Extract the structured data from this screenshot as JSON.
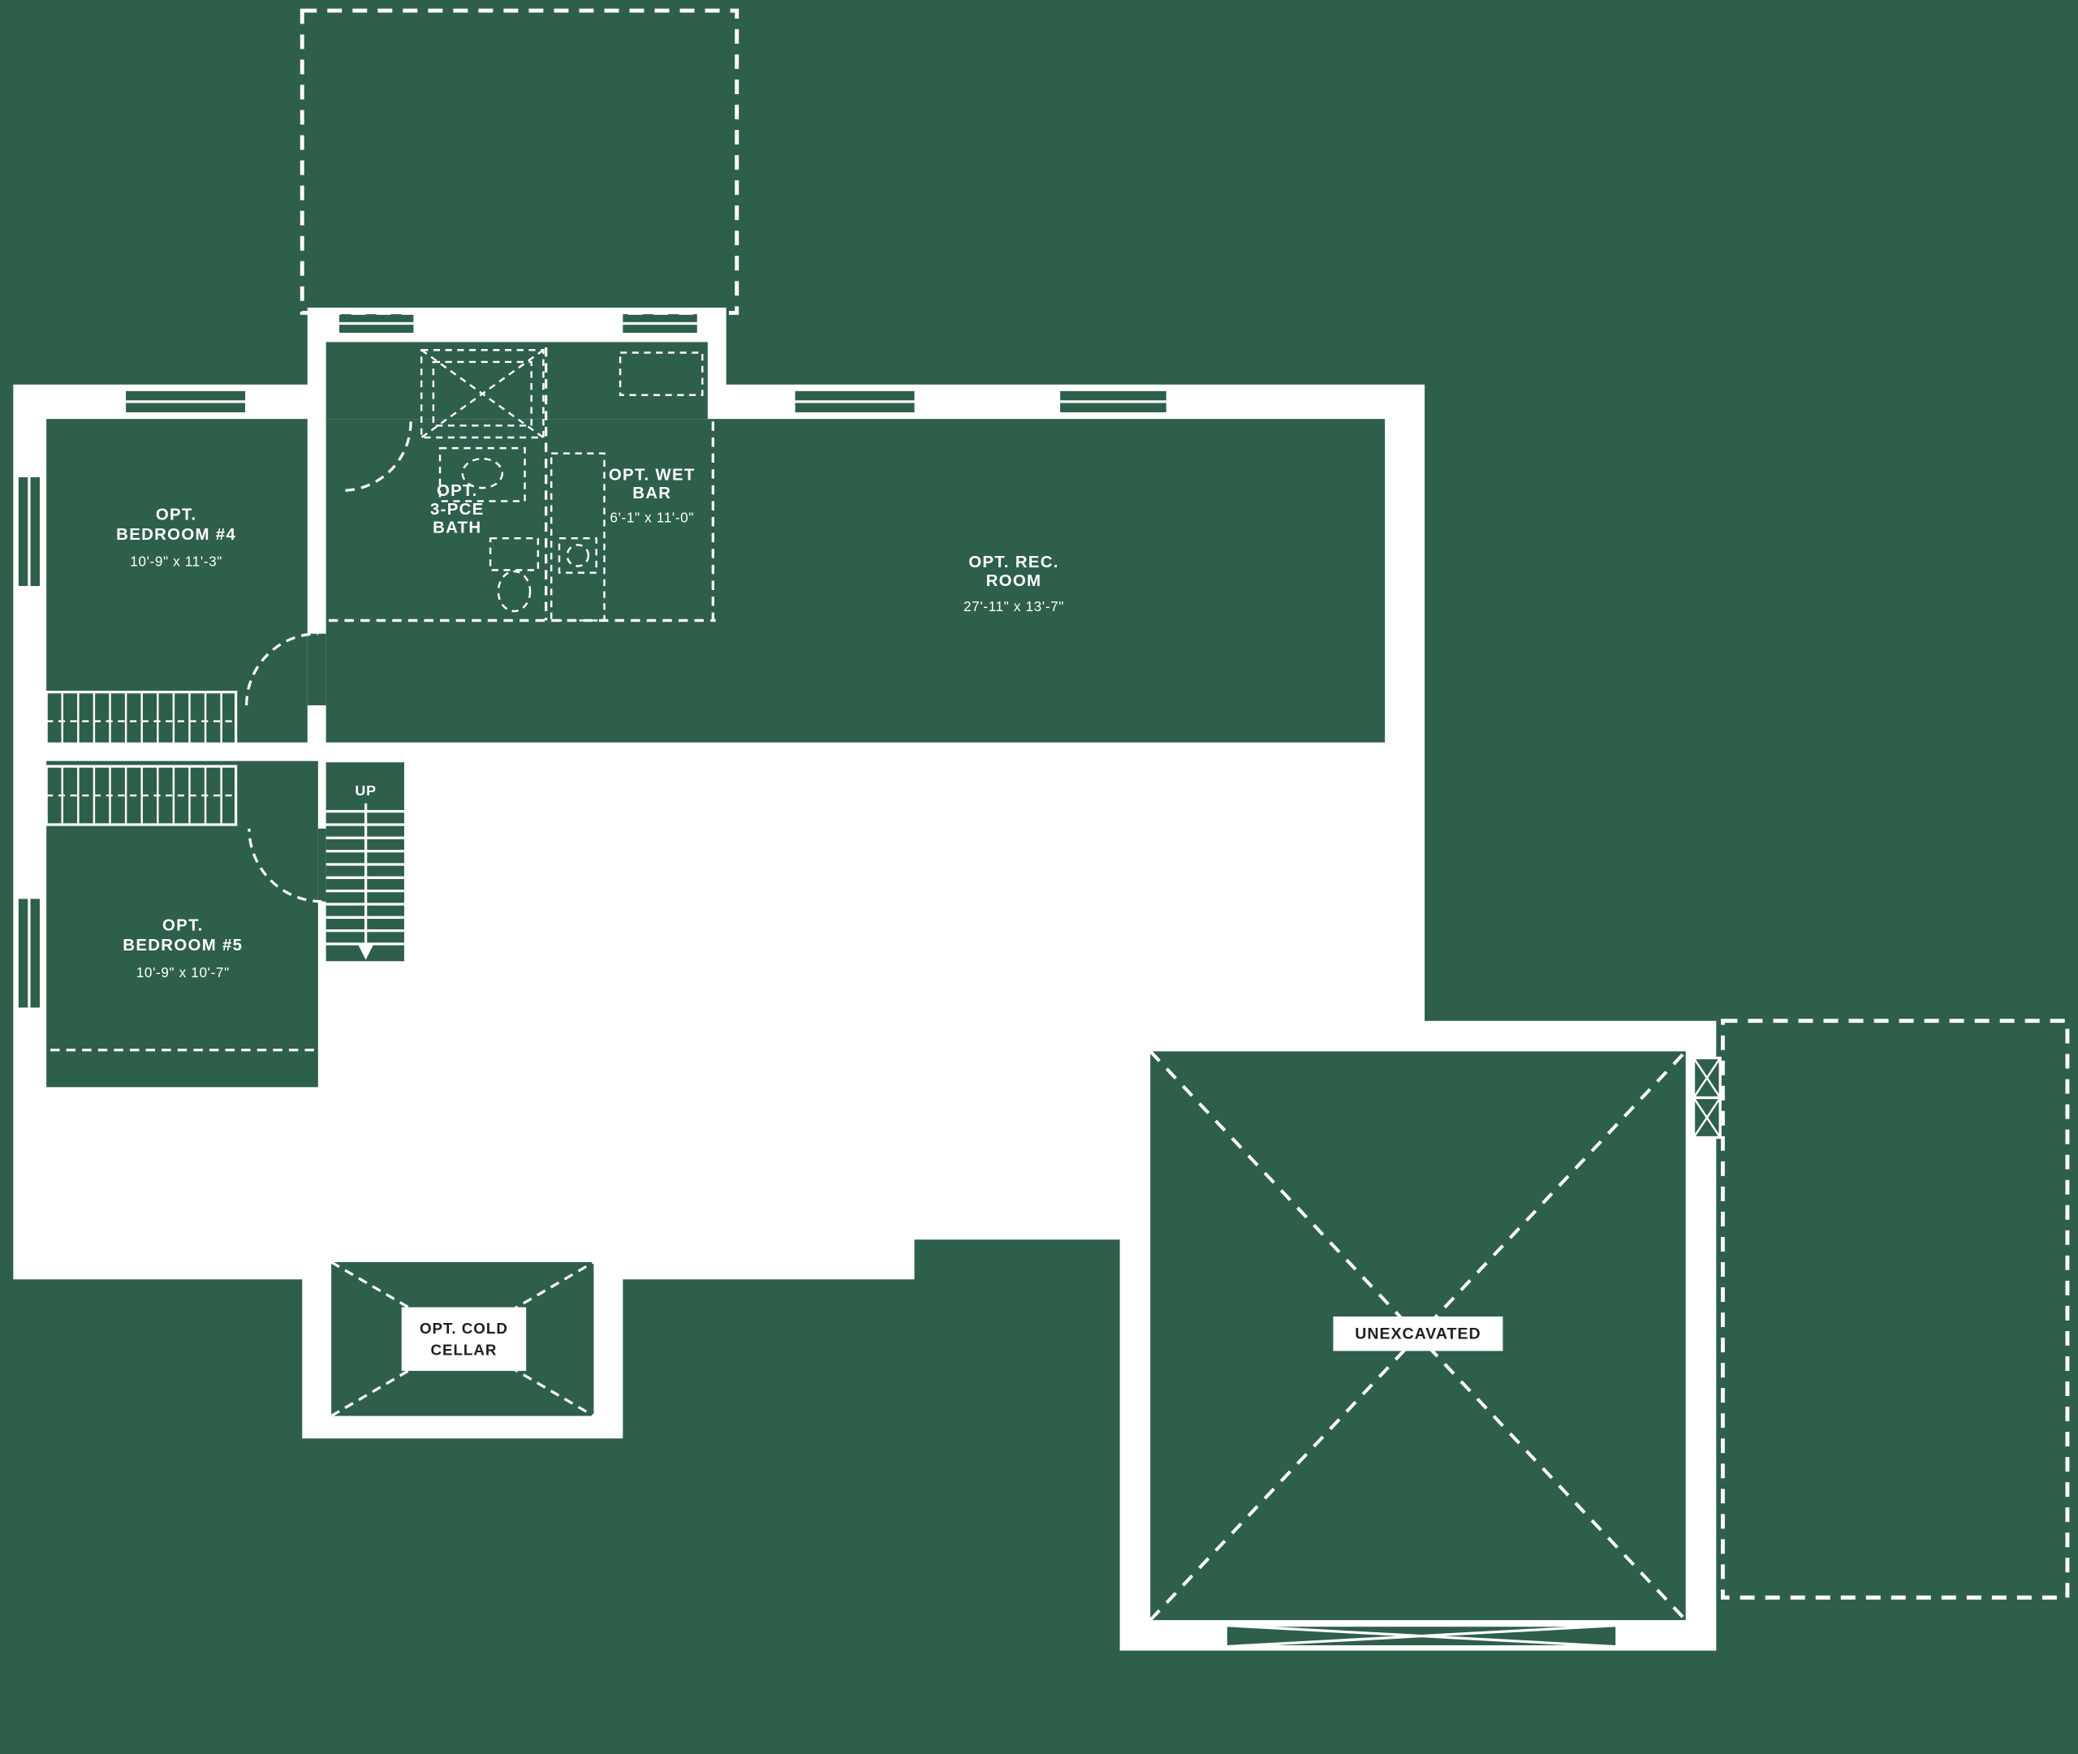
{
  "colors": {
    "background": "#2e5f4b",
    "line": "#ffffff",
    "box_text": "#1f1f1f",
    "box_background": "#ffffff"
  },
  "rooms": {
    "bedroom4": {
      "line1": "OPT.",
      "line2": "BEDROOM #4",
      "dims": "10'-9\" x 11'-3\""
    },
    "bath": {
      "line1": "OPT.",
      "line2": "3-PCE",
      "line3": "BATH"
    },
    "wet_bar": {
      "line1": "OPT. WET",
      "line2": "BAR",
      "dims": "6'-1\" x 11'-0\""
    },
    "rec_room": {
      "line1": "OPT. REC.",
      "line2": "ROOM",
      "dims": "27'-11\" x 13'-7\""
    },
    "bedroom5": {
      "line1": "OPT.",
      "line2": "BEDROOM #5",
      "dims": "10'-9\" x 10'-7\""
    },
    "cold_cellar": {
      "line1": "OPT. COLD",
      "line2": "CELLAR"
    },
    "unexcavated": {
      "label": "UNEXCAVATED"
    },
    "stairs": {
      "label": "UP"
    }
  }
}
